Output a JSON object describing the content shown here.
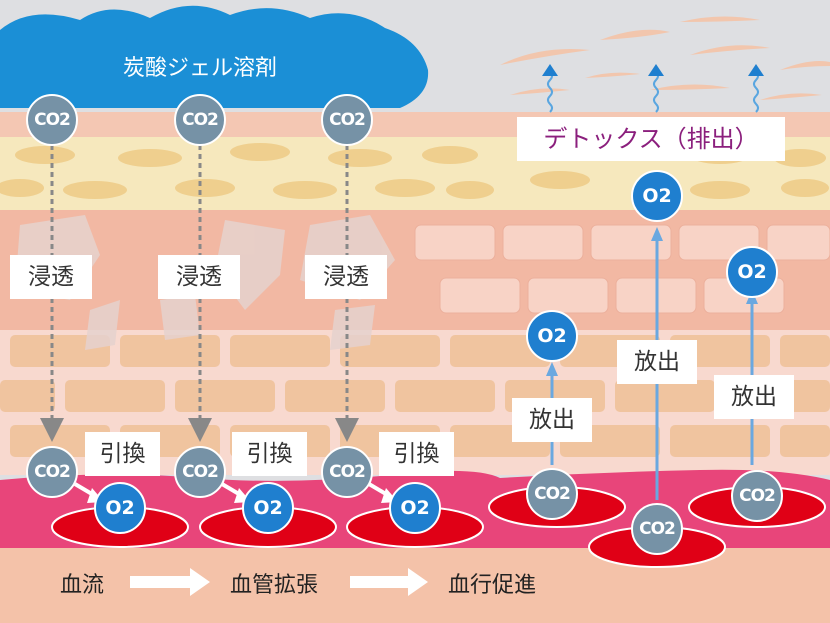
{
  "gel_label": "炭酸ジェル溶剤",
  "detox_label": "デトックス（排出）",
  "permeate_label": "浸透",
  "exchange_label": "引換",
  "release_label": "放出",
  "co2_label": "CO2",
  "o2_label": "O2",
  "flow": [
    "血流",
    "血管拡張",
    "血行促進"
  ],
  "colors": {
    "gel": "#1b8fd6",
    "co2": "#7692a6",
    "o2": "#1f7fcf",
    "blood": "#e8457a",
    "vessel": "#e00016",
    "detox_text": "#8b1f7d",
    "arrow_up": "#6aa8e0",
    "arrow_down": "#888888"
  }
}
